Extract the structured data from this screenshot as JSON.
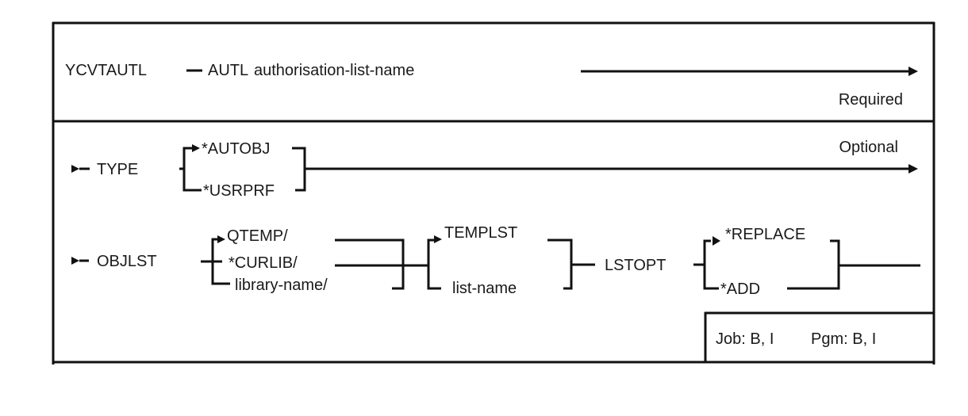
{
  "title": "YCVTAUTL syntax diagram",
  "required_section": {
    "command": "YCVTAUTL",
    "keyword": "AUTL",
    "value": "authorisation-list-name",
    "label": "Required"
  },
  "optional_section": {
    "label": "Optional",
    "type_param": {
      "keyword": "TYPE",
      "default": "*AUTOBJ",
      "options": [
        "*AUTOBJ",
        "*USRPRF"
      ]
    },
    "objlst_param": {
      "keyword": "OBJLST",
      "library_options": [
        "QTEMP/",
        "*CURLIB/",
        "library-name/"
      ],
      "list_options": [
        "TEMPLST",
        "list-name"
      ]
    },
    "lstopt_param": {
      "keyword": "LSTOPT",
      "options": [
        "*REPLACE",
        "*ADD"
      ]
    }
  },
  "footer": {
    "job_label": "Job: B, I",
    "pgm_label": "Pgm: B, I"
  },
  "icons": {
    "start": "right-pointer-arrow",
    "end": "right-arrow-head"
  }
}
